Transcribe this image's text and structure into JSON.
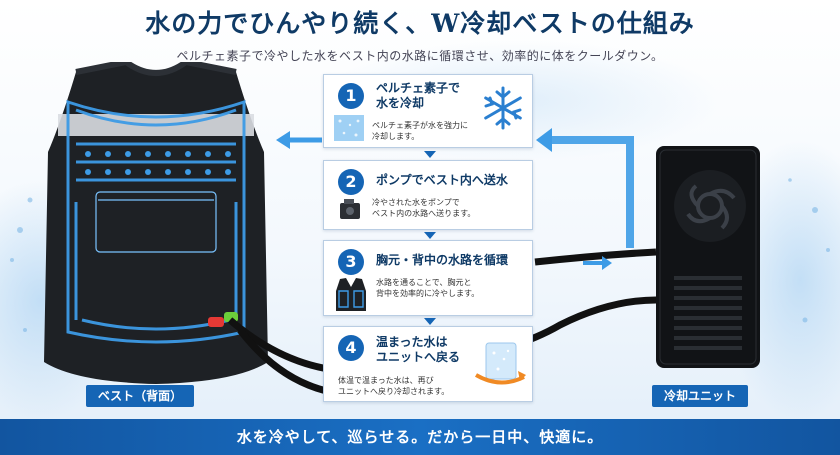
{
  "header": {
    "title": "水の力でひんやり続く、W冷却ベストの仕組み",
    "subtitle": "ペルチェ素子で冷やした水をベスト内の水路に循環させ、効率的に体をクールダウン。"
  },
  "steps": [
    {
      "number": "1",
      "title_line1": "ペルチェ素子で",
      "title_line2": "水を冷却",
      "desc_line1": "ペルチェ素子が水を強力に",
      "desc_line2": "冷却します。",
      "icon": "snowflake-icon"
    },
    {
      "number": "2",
      "title_line1": "ポンプでベスト内へ送水",
      "title_line2": "",
      "desc_line1": "冷やされた水をポンプで",
      "desc_line2": "ベスト内の水路へ送ります。",
      "icon": "pump-icon"
    },
    {
      "number": "3",
      "title_line1": "胸元・背中の水路を循環",
      "title_line2": "",
      "desc_line1": "水路を通ることで、胸元と",
      "desc_line2": "背中を効率的に冷やします。",
      "icon": "vest-front-icon"
    },
    {
      "number": "4",
      "title_line1": "温まった水は",
      "title_line2": "ユニットへ戻る",
      "desc_line1": "体温で温まった水は、再び",
      "desc_line2": "ユニットへ戻り冷却されます。",
      "icon": "water-cup-icon"
    }
  ],
  "labels": {
    "vest": "ベスト（背面）",
    "unit": "冷却ユニット"
  },
  "footer": {
    "tagline": "水を冷やして、巡らせる。だから一日中、快適に。"
  },
  "colors": {
    "brand_blue": "#1565b5",
    "dark_navy": "#0f3a66",
    "water_blue": "#3d9be6"
  }
}
